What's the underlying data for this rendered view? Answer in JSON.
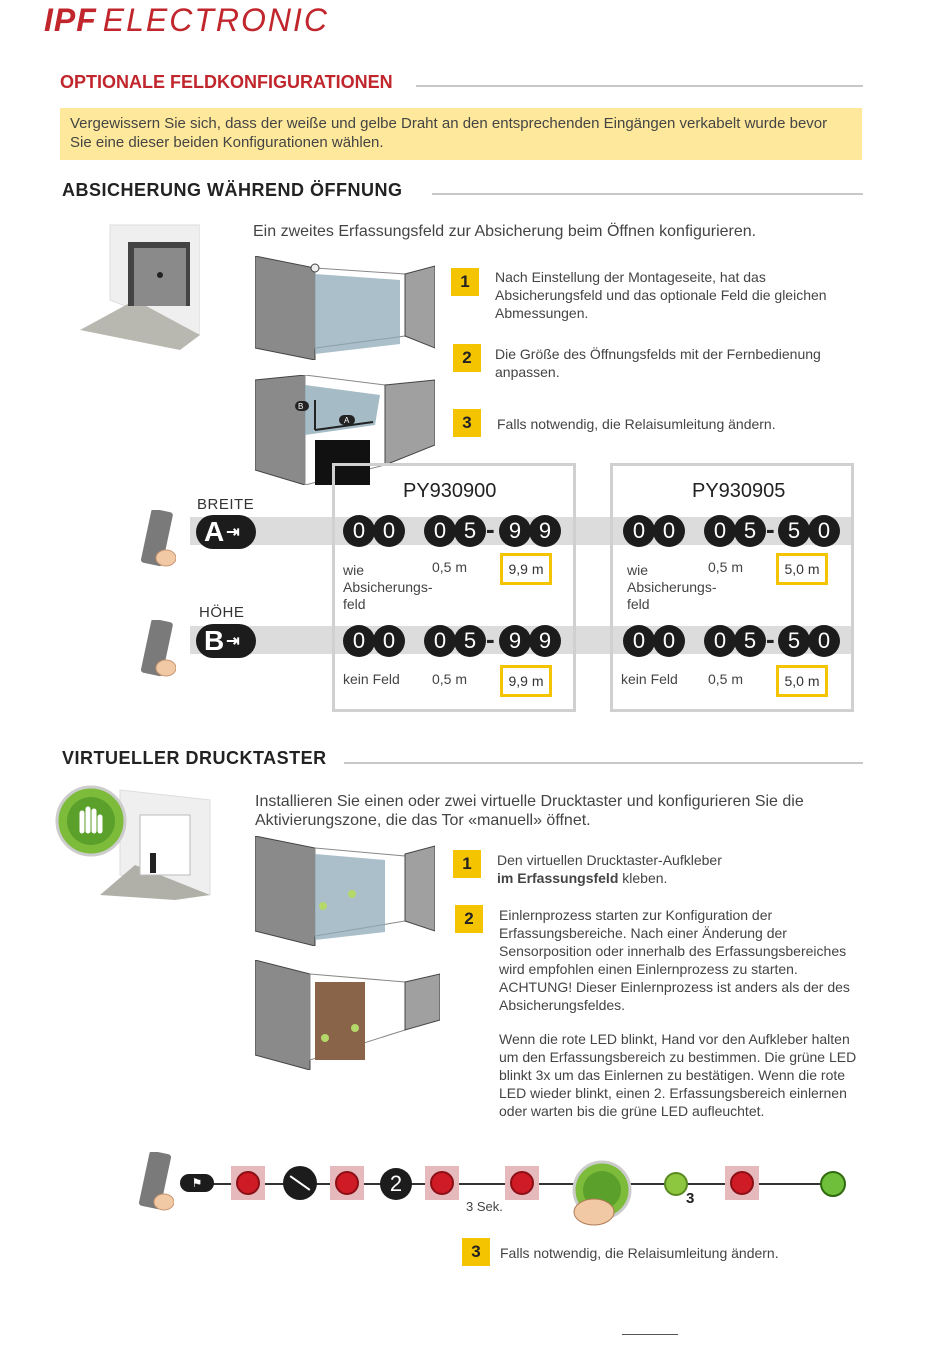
{
  "logo": {
    "bold": "IPF",
    "light": "ELECTRONIC"
  },
  "sections": {
    "optional": "OPTIONALE FELDKONFIGURATIONEN",
    "safety": "ABSICHERUNG WÄHREND ÖFFNUNG",
    "virtual": "VIRTUELLER DRUCKTASTER"
  },
  "note": "Vergewissern Sie sich, dass der weiße und gelbe Draht an den entsprechenden Eingängen verkabelt wurde bevor Sie eine dieser beiden Konfigurationen wählen.",
  "safety": {
    "intro": "Ein zweites Erfassungsfeld zur Absicherung beim Öffnen konfigurieren.",
    "steps": [
      {
        "num": "1",
        "text": "Nach Einstellung der Montageseite, hat das Absicherungsfeld und das optionale Feld die gleichen Abmessungen."
      },
      {
        "num": "2",
        "text": "Die Größe des Öffnungsfelds mit der Fernbedienung anpassen."
      },
      {
        "num": "3",
        "text": "Falls notwendig, die Relaisumleitung ändern."
      }
    ],
    "diagram_labels": {
      "a": "A",
      "b": "B"
    },
    "rows": [
      {
        "label": "BREITE",
        "key": "A"
      },
      {
        "label": "HÖHE",
        "key": "B"
      }
    ],
    "models": [
      {
        "name": "PY930900",
        "rows": [
          {
            "d1": [
              "0",
              "0"
            ],
            "d2": [
              "0",
              "5"
            ],
            "d3": [
              "9",
              "9"
            ],
            "l1": "wie Absicherungs- feld",
            "l2": "0,5 m",
            "l3": "9,9 m"
          },
          {
            "d1": [
              "0",
              "0"
            ],
            "d2": [
              "0",
              "5"
            ],
            "d3": [
              "9",
              "9"
            ],
            "l1": "kein Feld",
            "l2": "0,5 m",
            "l3": "9,9 m"
          }
        ]
      },
      {
        "name": "PY930905",
        "rows": [
          {
            "d1": [
              "0",
              "0"
            ],
            "d2": [
              "0",
              "5"
            ],
            "d3": [
              "5",
              "0"
            ],
            "l1": "wie Absicherungs- feld",
            "l2": "0,5 m",
            "l3": "5,0 m"
          },
          {
            "d1": [
              "0",
              "0"
            ],
            "d2": [
              "0",
              "5"
            ],
            "d3": [
              "5",
              "0"
            ],
            "l1": "kein Feld",
            "l2": "0,5 m",
            "l3": "5,0 m"
          }
        ]
      }
    ],
    "dash": "-"
  },
  "virtual": {
    "intro": "Installieren Sie einen oder zwei virtuelle Drucktaster und konfigurieren Sie die Aktivierungszone, die das Tor «manuell» öffnet.",
    "step1_num": "1",
    "step1_text_a": "Den virtuellen Drucktaster-Aufkleber",
    "step1_text_b": "im Erfassungsfeld",
    "step1_text_c": "kleben.",
    "step2_num": "2",
    "step2_p1": "Einlernprozess starten zur Konfiguration der Erfassungsbereiche. Nach einer Änderung der Sensorposition oder innerhalb des Erfassungsbereiches wird empfohlen einen Einlernprozess zu starten. ACHTUNG! Dieser Einlernprozess ist anders als der des Absicherungsfeldes.",
    "step2_p2": "Wenn die rote LED blinkt, Hand vor den Aufkleber halten um den Erfassungsbereich zu bestimmen. Die grüne LED blinkt 3x um das Einlernen zu bestätigen. Wenn die rote LED wieder blinkt, einen 2. Erfassungsbereich einlernen oder warten bis die grüne LED aufleuchtet.",
    "step3_num": "3",
    "step3_text": "Falls notwendig, die Relaisumleitung ändern.",
    "seq": {
      "two": "2",
      "delay": "3 Sek.",
      "count": "3"
    }
  },
  "colors": {
    "brand_red": "#c0262c",
    "accent_yellow": "#f5c400",
    "note_bg": "#fde89b"
  }
}
